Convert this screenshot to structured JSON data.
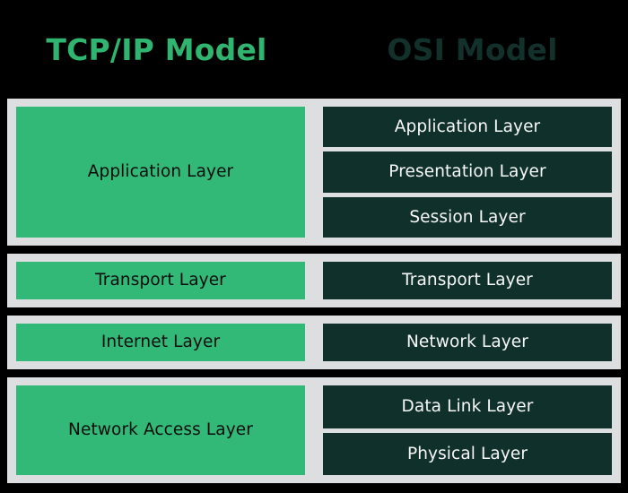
{
  "headers": {
    "left": "TCP/IP Model",
    "right": "OSI Model"
  },
  "colors": {
    "background": "#000000",
    "row_band": "#dddee0",
    "tcpip_box": "#32b877",
    "osi_box": "#10312b",
    "tcpip_title": "#2fb56f",
    "osi_title": "#12312b",
    "tcpip_text": "#0c0c0c",
    "osi_text": "#f7f7f7"
  },
  "rows": [
    {
      "tcpip": [
        "Application Layer"
      ],
      "osi": [
        "Application Layer",
        "Presentation Layer",
        "Session Layer"
      ]
    },
    {
      "tcpip": [
        "Transport Layer"
      ],
      "osi": [
        "Transport Layer"
      ]
    },
    {
      "tcpip": [
        "Internet Layer"
      ],
      "osi": [
        "Network Layer"
      ]
    },
    {
      "tcpip": [
        "Network Access Layer"
      ],
      "osi": [
        "Data Link Layer",
        "Physical Layer"
      ]
    }
  ]
}
